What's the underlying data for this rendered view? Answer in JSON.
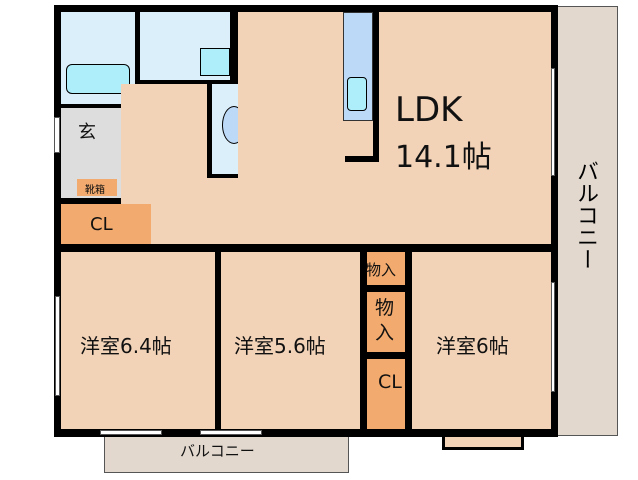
{
  "rooms": {
    "ldk_name": "LDK",
    "ldk_size": "14.1帖",
    "entrance": "玄",
    "shoe_box": "靴箱",
    "cl_entry": "CL",
    "room1": "洋室6.4帖",
    "room2": "洋室5.6帖",
    "room3": "洋室6帖",
    "storage_small": "物入",
    "storage_big": "物入",
    "cl_mid": "CL",
    "balcony_right": "バルコニー",
    "balcony_bottom": "バルコニー"
  },
  "colors": {
    "room": "#f2d3b8",
    "wet": "#dbeffb",
    "storage": "#f2aa6e",
    "balcony": "#e2d8ce"
  }
}
